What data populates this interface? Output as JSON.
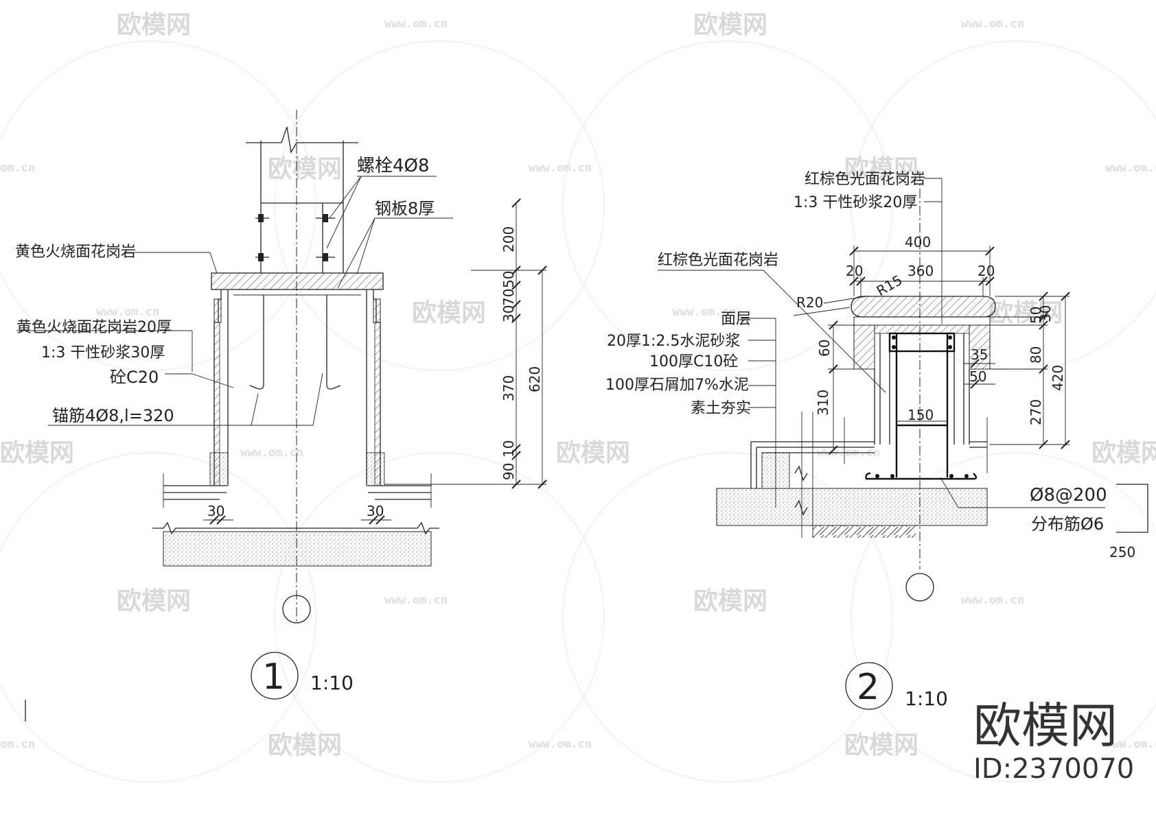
{
  "brand": {
    "logo_text": "欧模网",
    "id_text": "ID:2370070",
    "watermark_text": "欧模网",
    "watermark_url": "www.om.cn",
    "watermark_url_partial": "om.cn"
  },
  "detail1": {
    "number": "1",
    "scale": "1:10",
    "labels": {
      "bolt": "螺栓4Ø8",
      "plate": "钢板8厚",
      "granite_top": "黄色火烧面花岗岩",
      "granite_side": "黄色火烧面花岗岩20厚",
      "mortar": "1:3 干性砂浆30厚",
      "concrete": "砼C20",
      "anchor": "锚筋4Ø8,l=320"
    },
    "dims": {
      "d200": "200",
      "d50": "50",
      "d70": "70",
      "d30": "30",
      "d370": "370",
      "d620": "620",
      "d10": "10",
      "d90": "90",
      "d30_left": "30",
      "d30_right": "30"
    }
  },
  "detail2": {
    "number": "2",
    "scale": "1:10",
    "labels": {
      "granite_top": "红棕色光面花岗岩",
      "mortar_top": "1:3 干性砂浆20厚",
      "granite_side": "红棕色光面花岗岩",
      "surface": "面层",
      "cement_mortar": "20厚1:2.5水泥砂浆",
      "c10": "100厚C10砼",
      "stone_chip": "100厚石屑加7%水泥",
      "soil": "素土夯实",
      "rebar": "Ø8@200",
      "dist_rebar": "分布筋Ø6",
      "r20": "R20",
      "r15": "R15"
    },
    "dims": {
      "d400": "400",
      "d20a": "20",
      "d360": "360",
      "d20b": "20",
      "d50": "50",
      "d30": "30",
      "d80": "80",
      "d35": "35",
      "d50b": "50",
      "d270": "270",
      "d420": "420",
      "d60": "60",
      "d310": "310",
      "d150": "150",
      "d250": "250"
    }
  }
}
